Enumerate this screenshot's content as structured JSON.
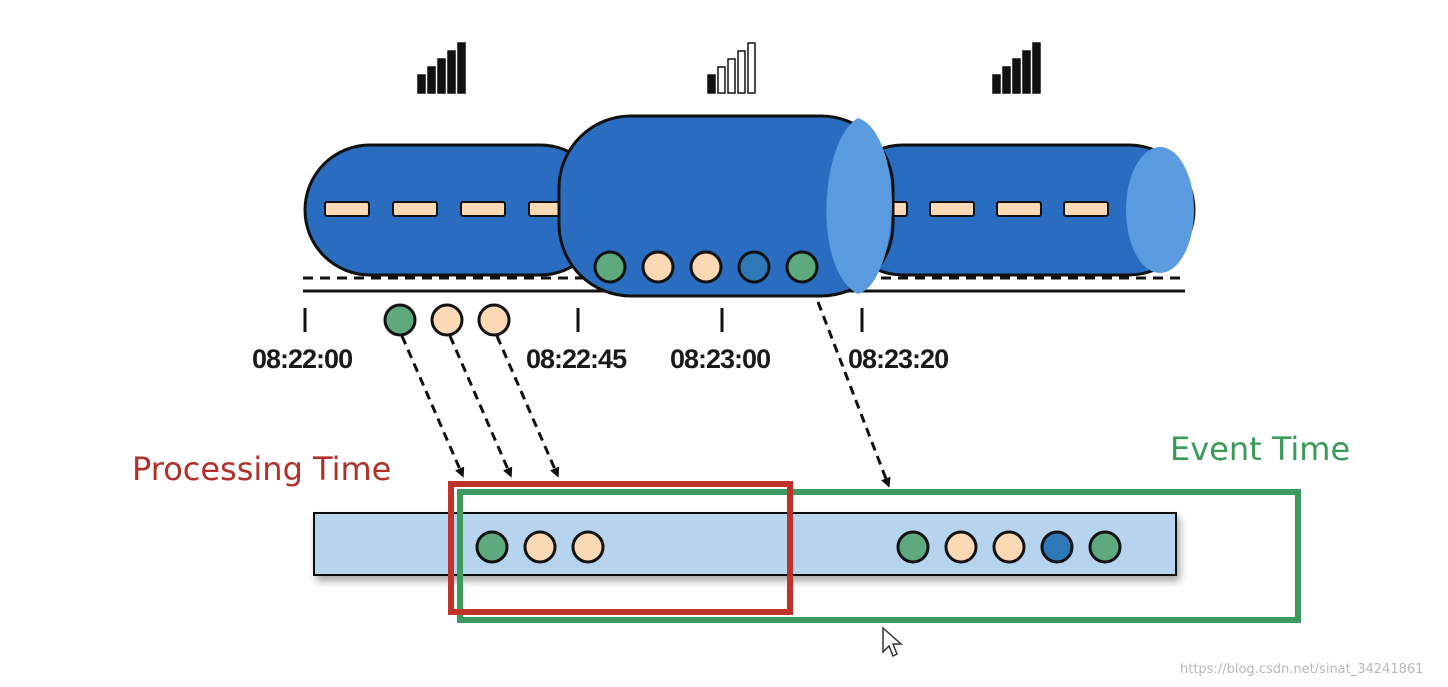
{
  "signal_levels": [
    {
      "name": "signal-left",
      "bars": 5,
      "filled": 5
    },
    {
      "name": "signal-middle",
      "bars": 5,
      "filled": 1
    },
    {
      "name": "signal-right",
      "bars": 5,
      "filled": 5
    }
  ],
  "timeline_labels": [
    "08:22:00",
    "08:22:45",
    "08:23:00",
    "08:23:20"
  ],
  "event_colors": {
    "green": "#5fa97f",
    "peach": "#fbd9b4",
    "blue": "#2f78b8"
  },
  "pipe_color": "#2a6dc0",
  "pipe_highlight": "#5b9be0",
  "window_bar_color": "#b7d4ef",
  "labels": {
    "processing_time": "Processing Time",
    "event_time": "Event Time"
  },
  "processing_time_color": "#c0332a",
  "event_time_color": "#3e9a5e",
  "buffered_events": [
    "green",
    "peach",
    "peach",
    "blue",
    "green"
  ],
  "in_transit_events": [
    "green",
    "peach",
    "peach"
  ],
  "window_left_events": [
    "green",
    "peach",
    "peach"
  ],
  "window_right_events": [
    "green",
    "peach",
    "peach",
    "blue",
    "green"
  ],
  "watermark": "https://blog.csdn.net/sinat_34241861"
}
